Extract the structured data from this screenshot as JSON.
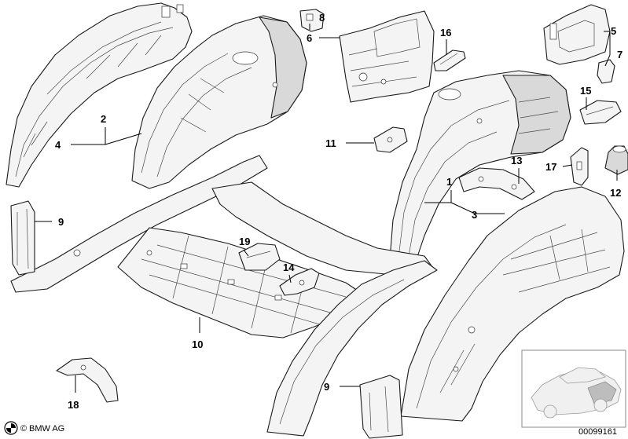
{
  "callouts": {
    "c1": "1",
    "c2": "2",
    "c3": "3",
    "c4": "4",
    "c5": "5",
    "c6": "6",
    "c7": "7",
    "c8": "8",
    "c9a": "9",
    "c9b": "9",
    "c10": "10",
    "c11": "11",
    "c12": "12",
    "c13": "13",
    "c14": "14",
    "c15": "15",
    "c16": "16",
    "c17": "17",
    "c18": "18",
    "c19": "19"
  },
  "brand": {
    "name": "BMW AG",
    "copyright": "©"
  },
  "inset": {
    "diagram_number": "00099161"
  },
  "icons": {
    "logo": "bmw-roundel-icon",
    "car": "car-location-icon"
  }
}
